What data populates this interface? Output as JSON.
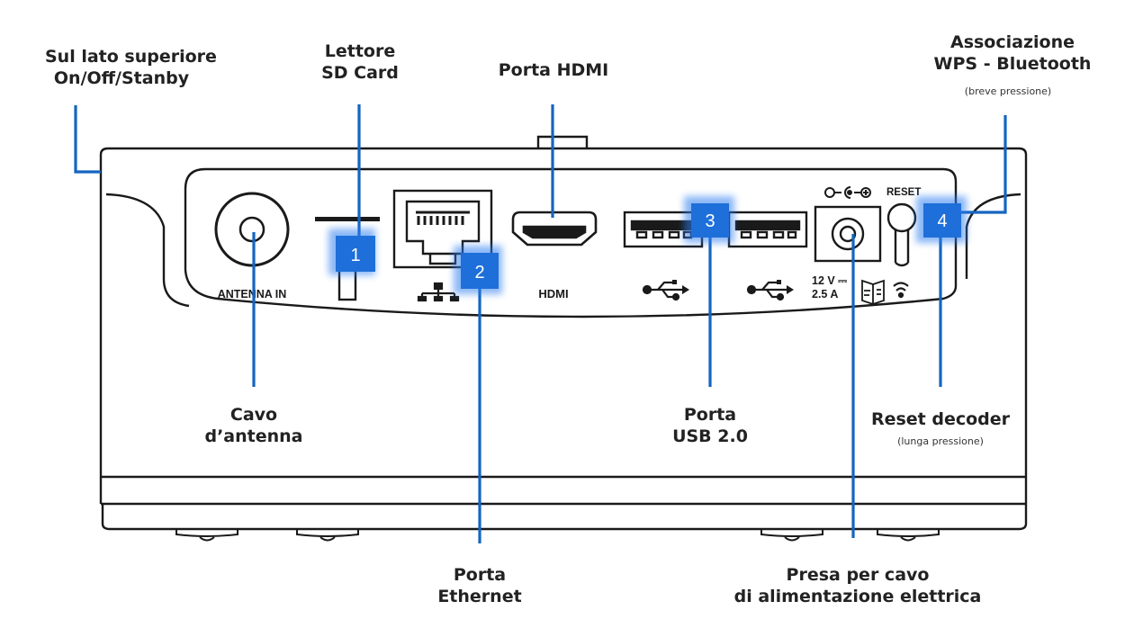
{
  "callouts": {
    "power": {
      "line1": "Sul lato superiore",
      "line2": "On/Off/Stanby"
    },
    "sd": {
      "line1": "Lettore",
      "line2": "SD Card"
    },
    "hdmi": {
      "line1": "Porta HDMI"
    },
    "wps": {
      "line1": "Associazione",
      "line2": "WPS - Bluetooth",
      "note": "(breve pressione)"
    },
    "antenna": {
      "line1": "Cavo",
      "line2": "d’antenna"
    },
    "usb": {
      "line1": "Porta",
      "line2": "USB 2.0"
    },
    "reset": {
      "line1": "Reset decoder",
      "note": "(lunga pressione)"
    },
    "ethernet": {
      "line1": "Porta",
      "line2": "Ethernet"
    },
    "power_socket": {
      "line1": "Presa per cavo",
      "line2": "di alimentazione elettrica"
    }
  },
  "device_labels": {
    "antenna_in": "ANTENNA IN",
    "hdmi": "HDMI",
    "reset": "RESET",
    "power_v": "12 V ⎓",
    "power_a": "2.5 A"
  },
  "badges": [
    "1",
    "2",
    "3",
    "4"
  ],
  "colors": {
    "accent": "#1565c0",
    "badge": "#1e6fd9",
    "outline": "#1a1a1a"
  },
  "icons": [
    "usb-icon",
    "network-icon",
    "polarity-icon",
    "manual-icon",
    "wifi-icon"
  ]
}
